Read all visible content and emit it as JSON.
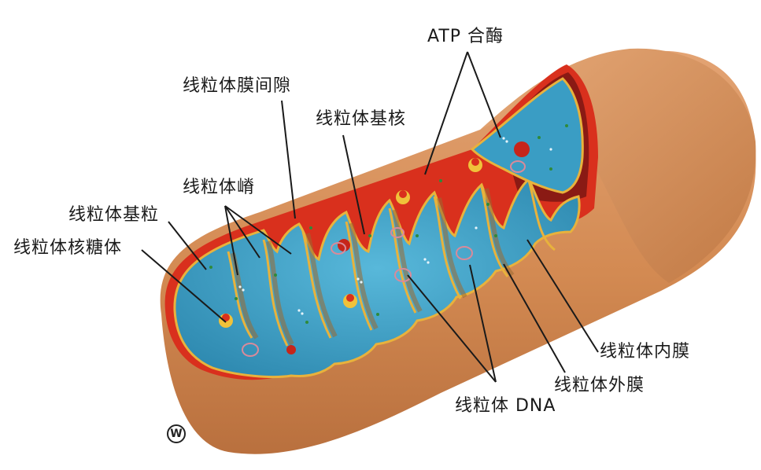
{
  "labels": {
    "atp_synthase": "ATP 合酶",
    "intermembrane_space": "线粒体膜间隙",
    "matrix": "线粒体基核",
    "cristae": "线粒体嵴",
    "matrix_granule": "线粒体基粒",
    "ribosome": "线粒体核糖体",
    "inner_membrane": "线粒体内膜",
    "outer_membrane": "线粒体外膜",
    "dna": "线粒体 DNA"
  },
  "watermark": {
    "symbol": "W"
  },
  "colors": {
    "outer_membrane": "#d9935c",
    "intermembrane_red": "#d9301d",
    "matrix_blue": "#3a9dc4",
    "inner_membrane_yellow": "#e8b23c",
    "background": "#ffffff"
  }
}
